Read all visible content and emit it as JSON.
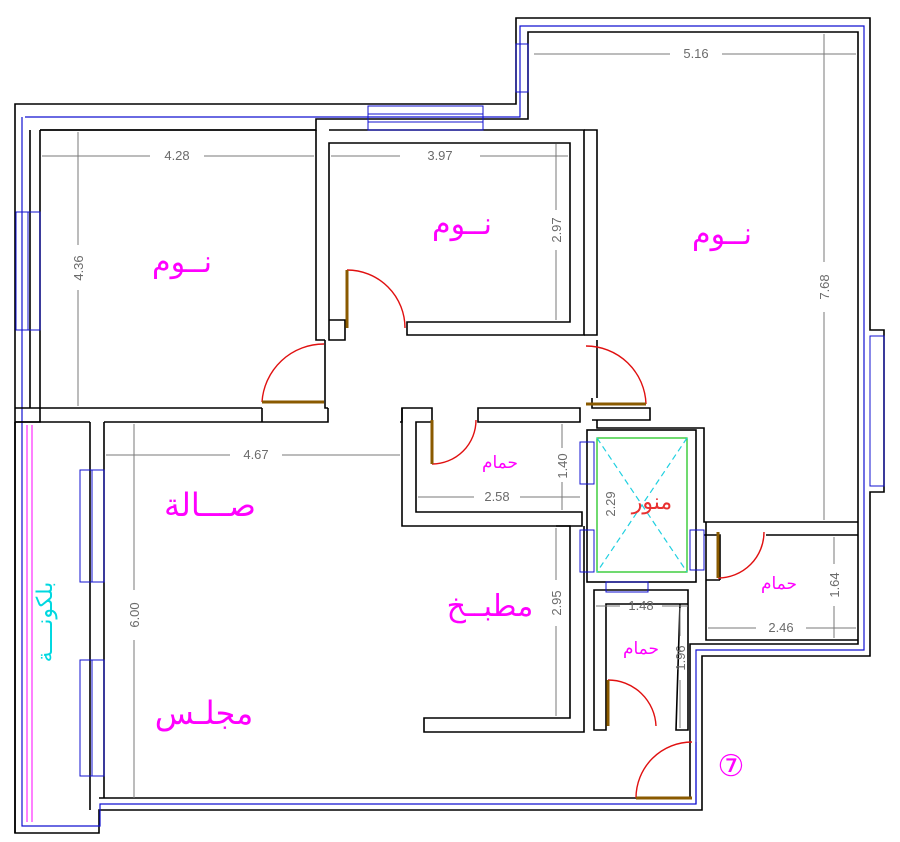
{
  "rooms": {
    "bedroom_left": "نــوم",
    "bedroom_mid": "نــوم",
    "bedroom_right": "نــوم",
    "hall": "صـــالة",
    "majlis": "مجلـس",
    "kitchen": "مطبــخ",
    "bath_1": "حمام",
    "bath_2": "حمام",
    "bath_3": "حمام",
    "shaft": "منور",
    "balcony": "بلكونــــة",
    "unit_number": "⑦"
  },
  "dimensions": {
    "d_516": "5.16",
    "d_428": "4.28",
    "d_397": "3.97",
    "d_297": "2.97",
    "d_436": "4.36",
    "d_768": "7.68",
    "d_467": "4.67",
    "d_140": "1.40",
    "d_258": "2.58",
    "d_229": "2.29",
    "d_600": "6.00",
    "d_295": "2.95",
    "d_148": "1.48",
    "d_196": "1.96",
    "d_164": "1.64",
    "d_246": "2.46"
  },
  "colors": {
    "walls": "#000000",
    "inner_line": "#1010d0",
    "dimension": "#6b6b6b",
    "room_label": "#ff00ff",
    "door_arc": "#e01010",
    "balcony_label": "#00d8e0"
  }
}
